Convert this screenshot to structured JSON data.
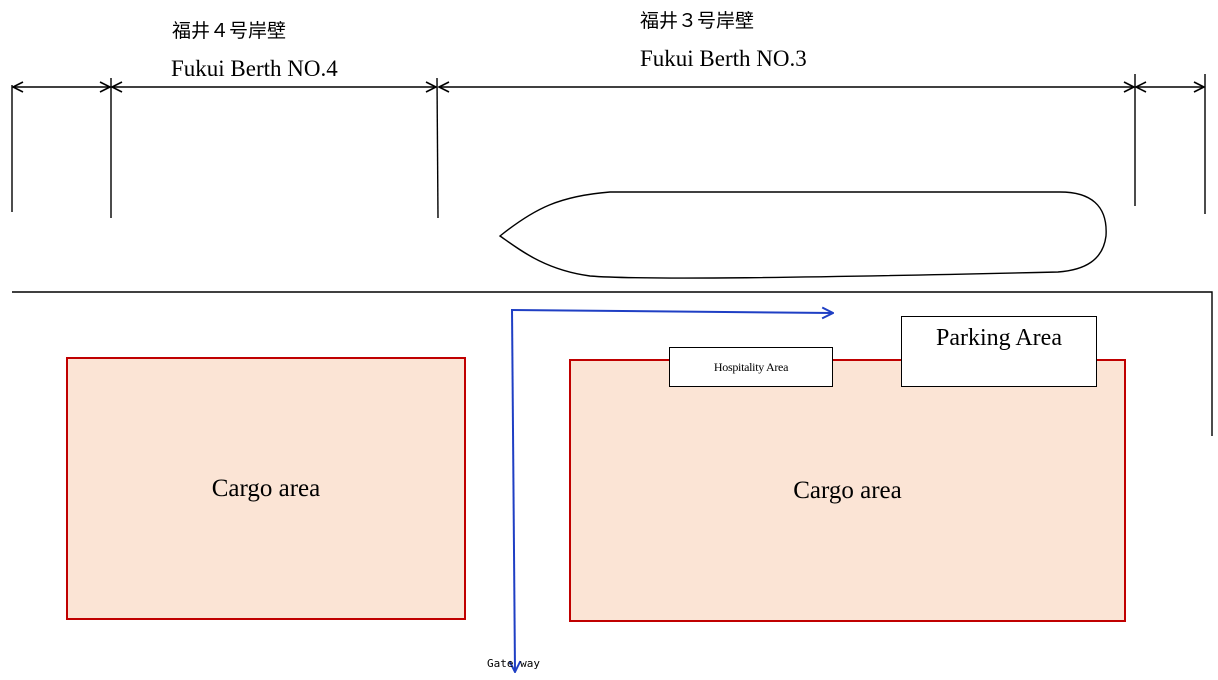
{
  "berths": [
    {
      "name_jp": "福井４号岸壁",
      "name_en": "Fukui Berth NO.4"
    },
    {
      "name_jp": "福井３号岸壁",
      "name_en": "Fukui Berth NO.3"
    }
  ],
  "areas": {
    "cargo_left": "Cargo area",
    "cargo_right": "Cargo area",
    "hospitality": "Hospitality Area",
    "parking": "Parking Area"
  },
  "gate_label": "Gate way",
  "colors": {
    "cargo_fill": "#fbe4d5",
    "cargo_border": "#c00000",
    "route_arrow": "#1f3fc4",
    "line": "#000000"
  }
}
